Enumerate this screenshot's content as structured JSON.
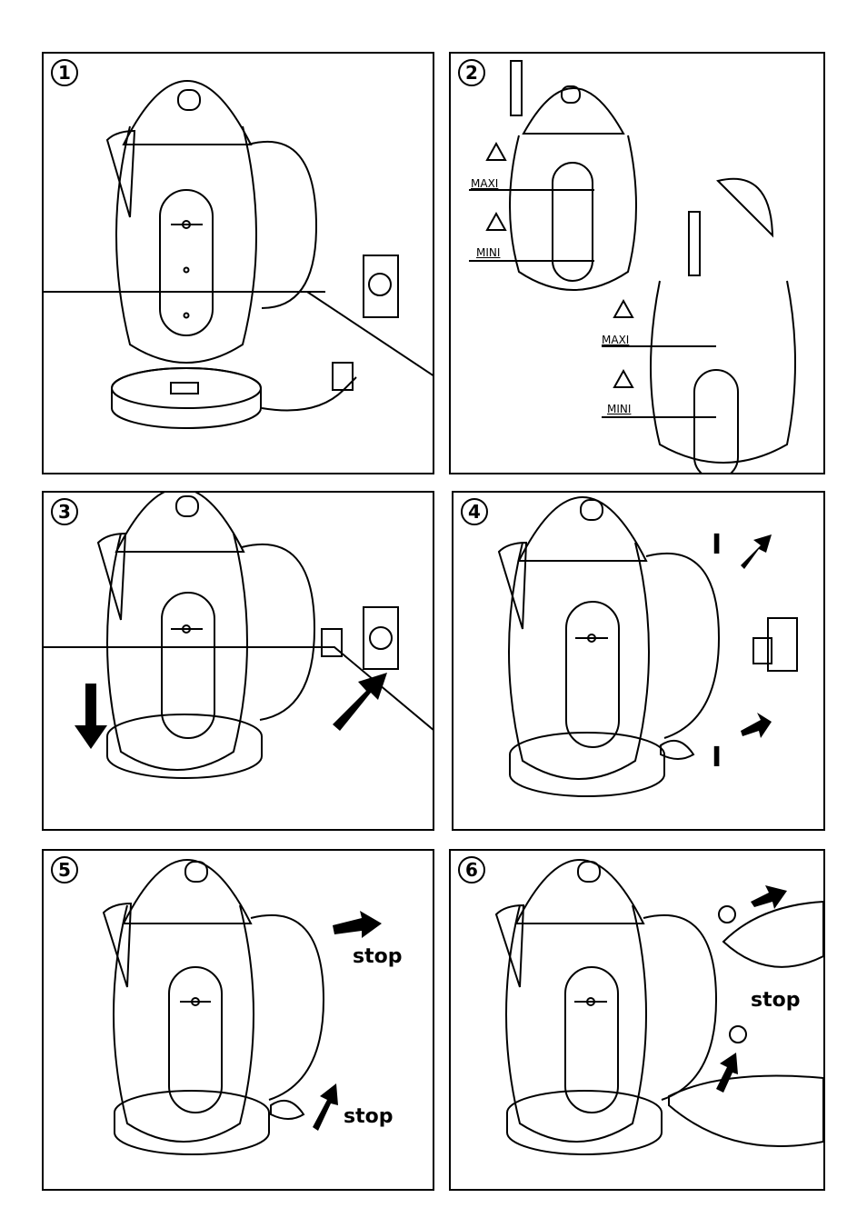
{
  "steps": [
    {
      "number": "1"
    },
    {
      "number": "2",
      "labels": {
        "maxi": "MAXI",
        "mini": "MINI"
      }
    },
    {
      "number": "3"
    },
    {
      "number": "4",
      "symbol": "I"
    },
    {
      "number": "5",
      "stop": "stop"
    },
    {
      "number": "6",
      "stop": "stop"
    }
  ],
  "icons": [
    "kettle",
    "power-plug",
    "wall-socket",
    "warning-triangle",
    "arrow",
    "hand",
    "water-tap"
  ]
}
